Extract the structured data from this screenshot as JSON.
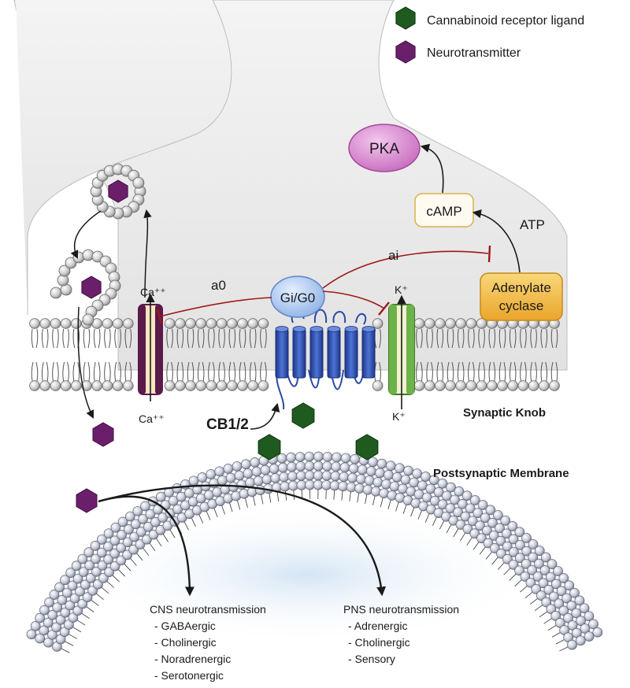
{
  "legend": {
    "ligand": "Cannabinoid receptor ligand",
    "neurotransmitter": "Neurotransmitter"
  },
  "labels": {
    "pka": "PKA",
    "camp": "cAMP",
    "atp": "ATP",
    "ai": "ai",
    "a0": "a0",
    "gprotein": "Gi/G0",
    "ca_top": "Ca⁺⁺",
    "ca_bottom": "Ca⁺⁺",
    "k_top": "K⁺",
    "k_bottom": "K⁺",
    "adenylate_line1": "Adenylate",
    "adenylate_line2": "cyclase",
    "cb": "CB1/2",
    "synaptic_knob": "Synaptic Knob",
    "postsynaptic": "Postsynaptic Membrane"
  },
  "cns": {
    "title": "CNS neurotransmission",
    "items": [
      "- GABAergic",
      "- Cholinergic",
      "- Noradrenergic",
      "- Serotonergic"
    ]
  },
  "pns": {
    "title": "PNS neurotransmission",
    "items": [
      "- Adrenergic",
      "- Cholinergic",
      "- Sensory"
    ]
  },
  "colors": {
    "ligand": "#1f5a1f",
    "neurotransmitter": "#6b1f6b",
    "pka": "#d98ad0",
    "adenylate": "#f3c14c",
    "gprotein": "#a9c8f0",
    "receptor": "#2b4aa8",
    "calcium_channel": "#5a1a4a",
    "potassium_channel": "#6db24a",
    "inhibition": "#a01818"
  }
}
